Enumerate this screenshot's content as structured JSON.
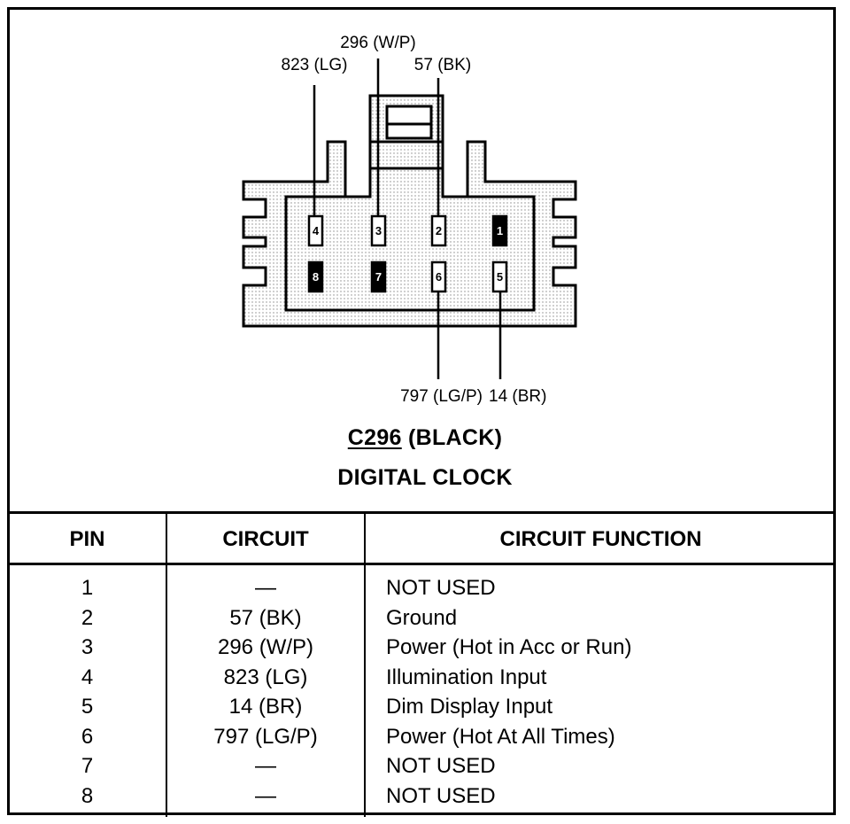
{
  "connector": {
    "title_prefix": "C296",
    "title_suffix": " (BLACK)",
    "subtitle": "DIGITAL CLOCK"
  },
  "wire_labels": {
    "top_middle": "296 (W/P)",
    "top_left": "823 (LG)",
    "top_right": "57 (BK)",
    "bottom_left": "797 (LG/P)",
    "bottom_right": "14 (BR)"
  },
  "pins": [
    {
      "number": "4",
      "filled": false
    },
    {
      "number": "3",
      "filled": false
    },
    {
      "number": "2",
      "filled": false
    },
    {
      "number": "1",
      "filled": true
    },
    {
      "number": "8",
      "filled": true
    },
    {
      "number": "7",
      "filled": true
    },
    {
      "number": "6",
      "filled": false
    },
    {
      "number": "5",
      "filled": false
    }
  ],
  "table": {
    "headers": {
      "pin": "PIN",
      "circuit": "CIRCUIT",
      "function": "CIRCUIT FUNCTION"
    },
    "rows": [
      {
        "pin": "1",
        "circuit": "—",
        "function": "NOT USED"
      },
      {
        "pin": "2",
        "circuit": "57 (BK)",
        "function": "Ground"
      },
      {
        "pin": "3",
        "circuit": "296 (W/P)",
        "function": "Power (Hot in Acc or Run)"
      },
      {
        "pin": "4",
        "circuit": "823 (LG)",
        "function": "Illumination Input"
      },
      {
        "pin": "5",
        "circuit": "14 (BR)",
        "function": "Dim Display Input"
      },
      {
        "pin": "6",
        "circuit": "797 (LG/P)",
        "function": "Power (Hot At All Times)"
      },
      {
        "pin": "7",
        "circuit": "—",
        "function": "NOT USED"
      },
      {
        "pin": "8",
        "circuit": "—",
        "function": "NOT USED"
      }
    ]
  }
}
